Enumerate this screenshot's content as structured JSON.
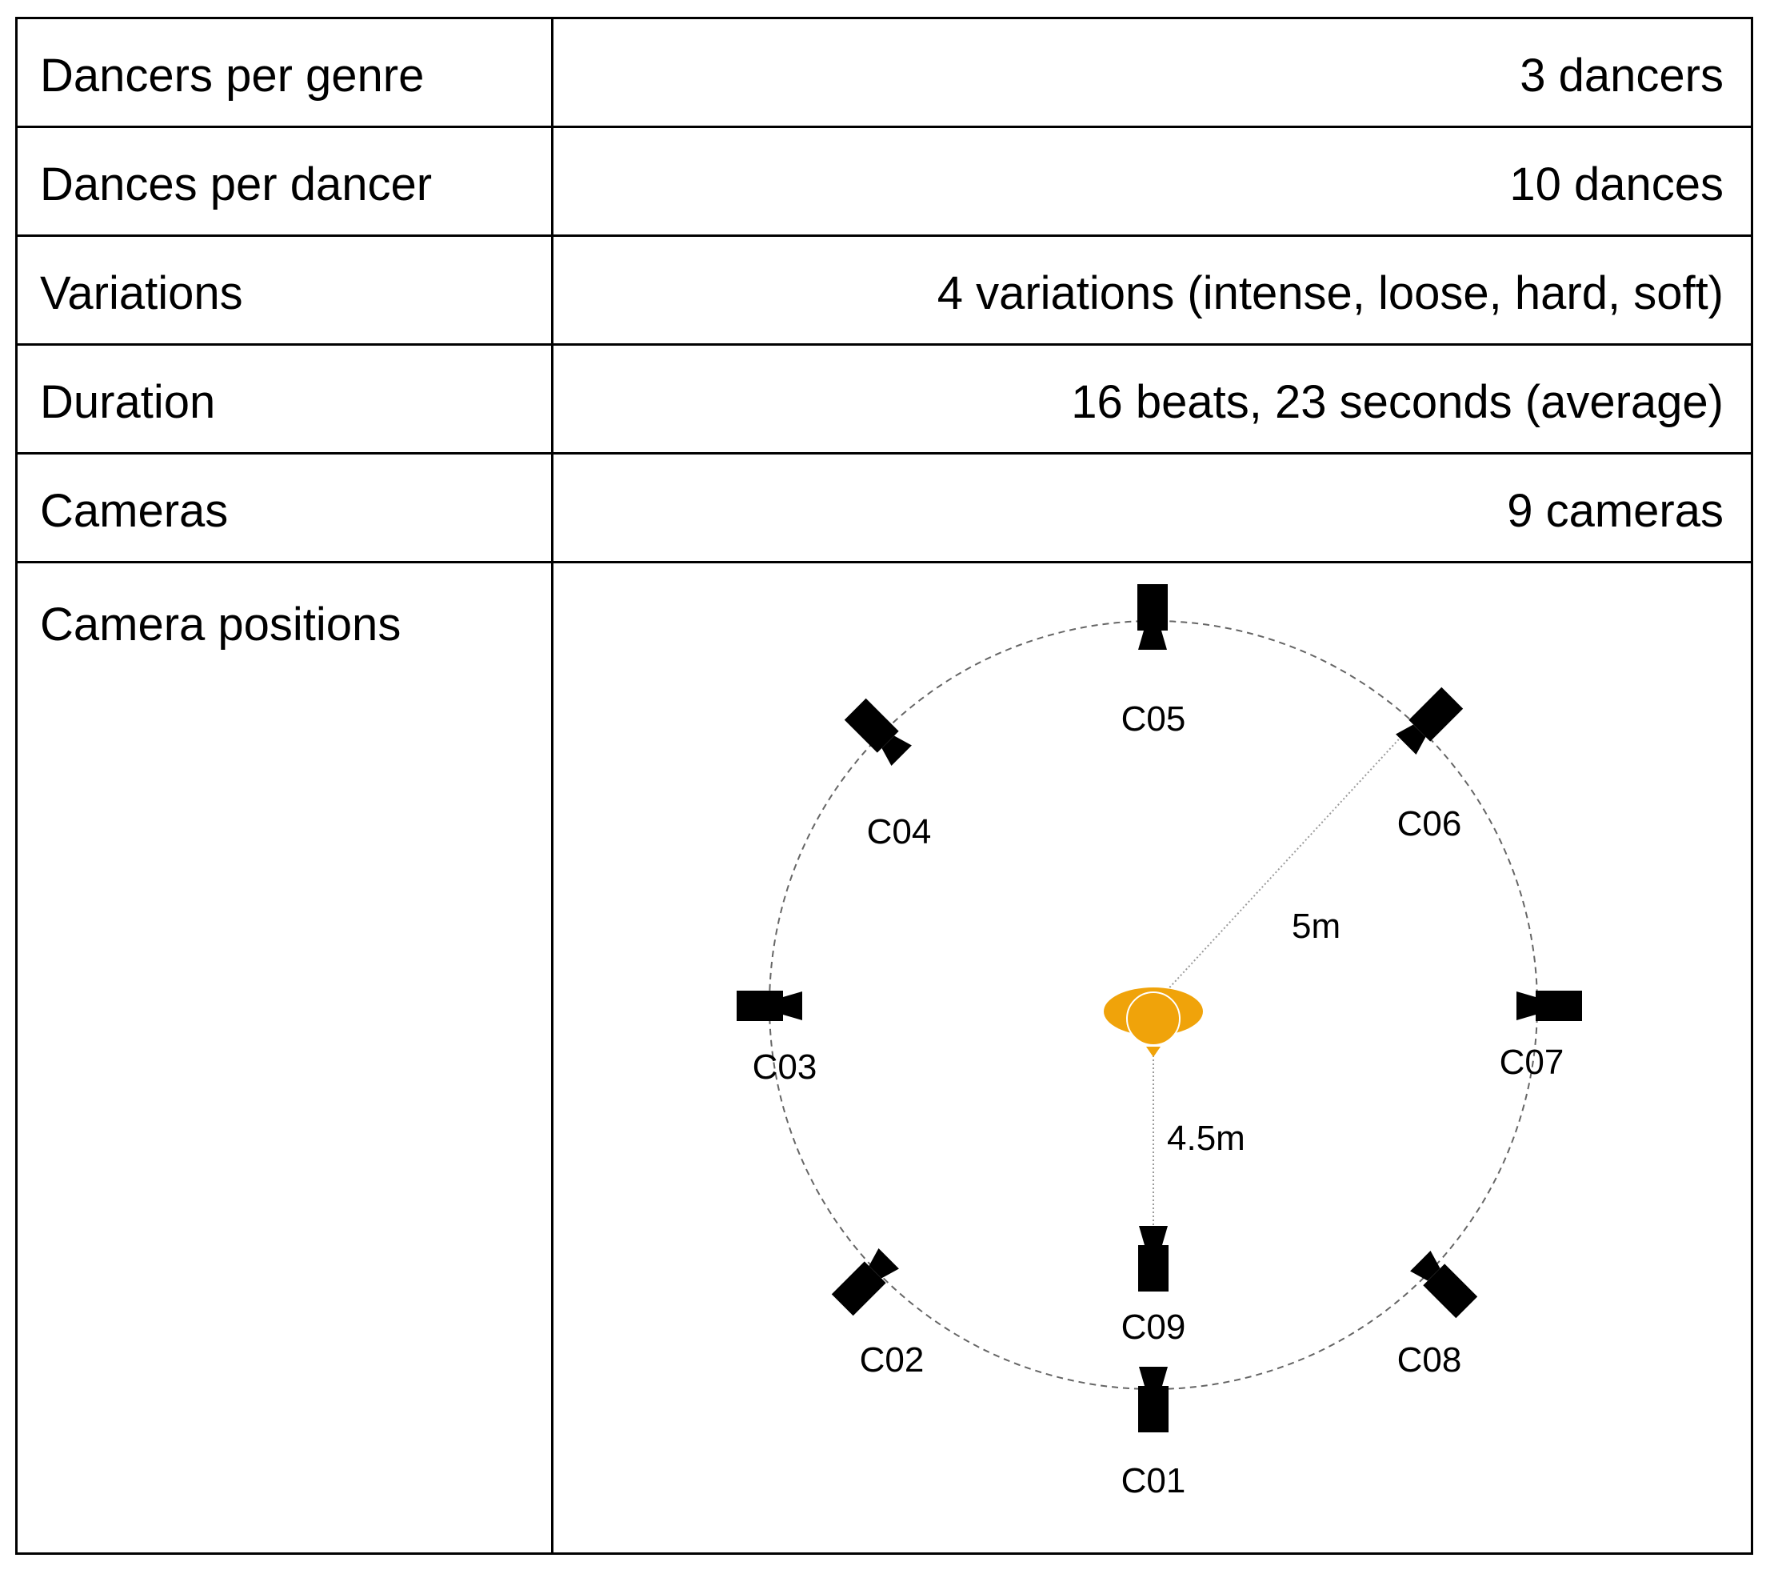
{
  "rows": [
    {
      "label": "Dancers per genre",
      "value": "3 dancers"
    },
    {
      "label": "Dances per dancer",
      "value": "10 dances"
    },
    {
      "label": "Variations",
      "value": "4 variations (intense, loose, hard, soft)"
    },
    {
      "label": "Duration",
      "value": "16 beats, 23 seconds (average)"
    },
    {
      "label": "Cameras",
      "value": "9 cameras"
    },
    {
      "label": "Camera positions",
      "value": ""
    }
  ],
  "diagram": {
    "cameras": [
      {
        "id": "C01",
        "label": "C01"
      },
      {
        "id": "C02",
        "label": "C02"
      },
      {
        "id": "C03",
        "label": "C03"
      },
      {
        "id": "C04",
        "label": "C04"
      },
      {
        "id": "C05",
        "label": "C05"
      },
      {
        "id": "C06",
        "label": "C06"
      },
      {
        "id": "C07",
        "label": "C07"
      },
      {
        "id": "C08",
        "label": "C08"
      },
      {
        "id": "C09",
        "label": "C09"
      }
    ],
    "radius_label": "5m",
    "inner_distance_label": "4.5m",
    "dancer_color": "#F0A30A",
    "camera_color": "#000000",
    "circle_color": "#666666"
  }
}
